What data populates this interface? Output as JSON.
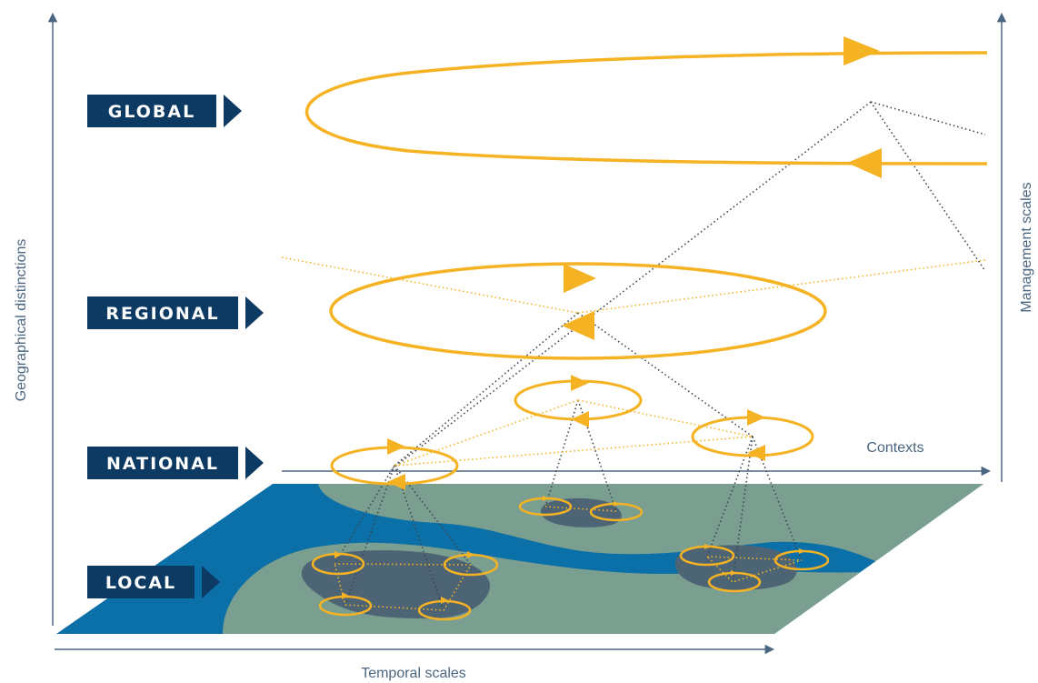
{
  "levels": {
    "global": "GLOBAL",
    "regional": "REGIONAL",
    "national": "NATIONAL",
    "local": "LOCAL"
  },
  "axes": {
    "vertical_left": "Geographical distinctions",
    "vertical_right": "Management scales",
    "horizontal_bottom": "Temporal scales",
    "horizontal_middle": "Contexts"
  },
  "colors": {
    "navy": "#0d3a63",
    "orange": "#f5b324",
    "water": "#0b6fa8",
    "land": "#7a9e8f",
    "patch": "#4d6475",
    "axis": "#4a6680"
  }
}
